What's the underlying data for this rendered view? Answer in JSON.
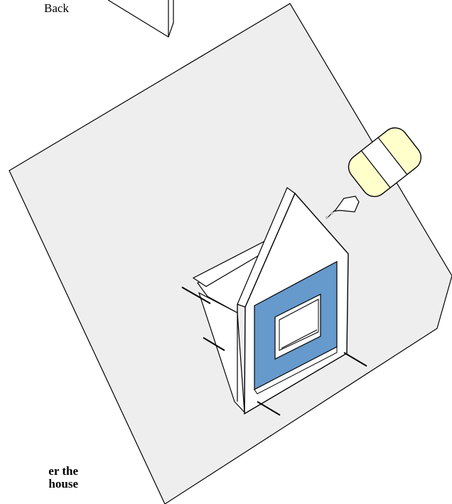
{
  "labels": {
    "back": "Back",
    "caption_line1": "er the",
    "caption_line2": "house"
  },
  "colors": {
    "board": "#eeeeee",
    "wall": "#ffffff",
    "window_frame": "#6699cc",
    "glue_bottle": "#ffffcc",
    "stroke": "#000000"
  },
  "icons": {
    "glue": "glue-bottle-icon"
  }
}
